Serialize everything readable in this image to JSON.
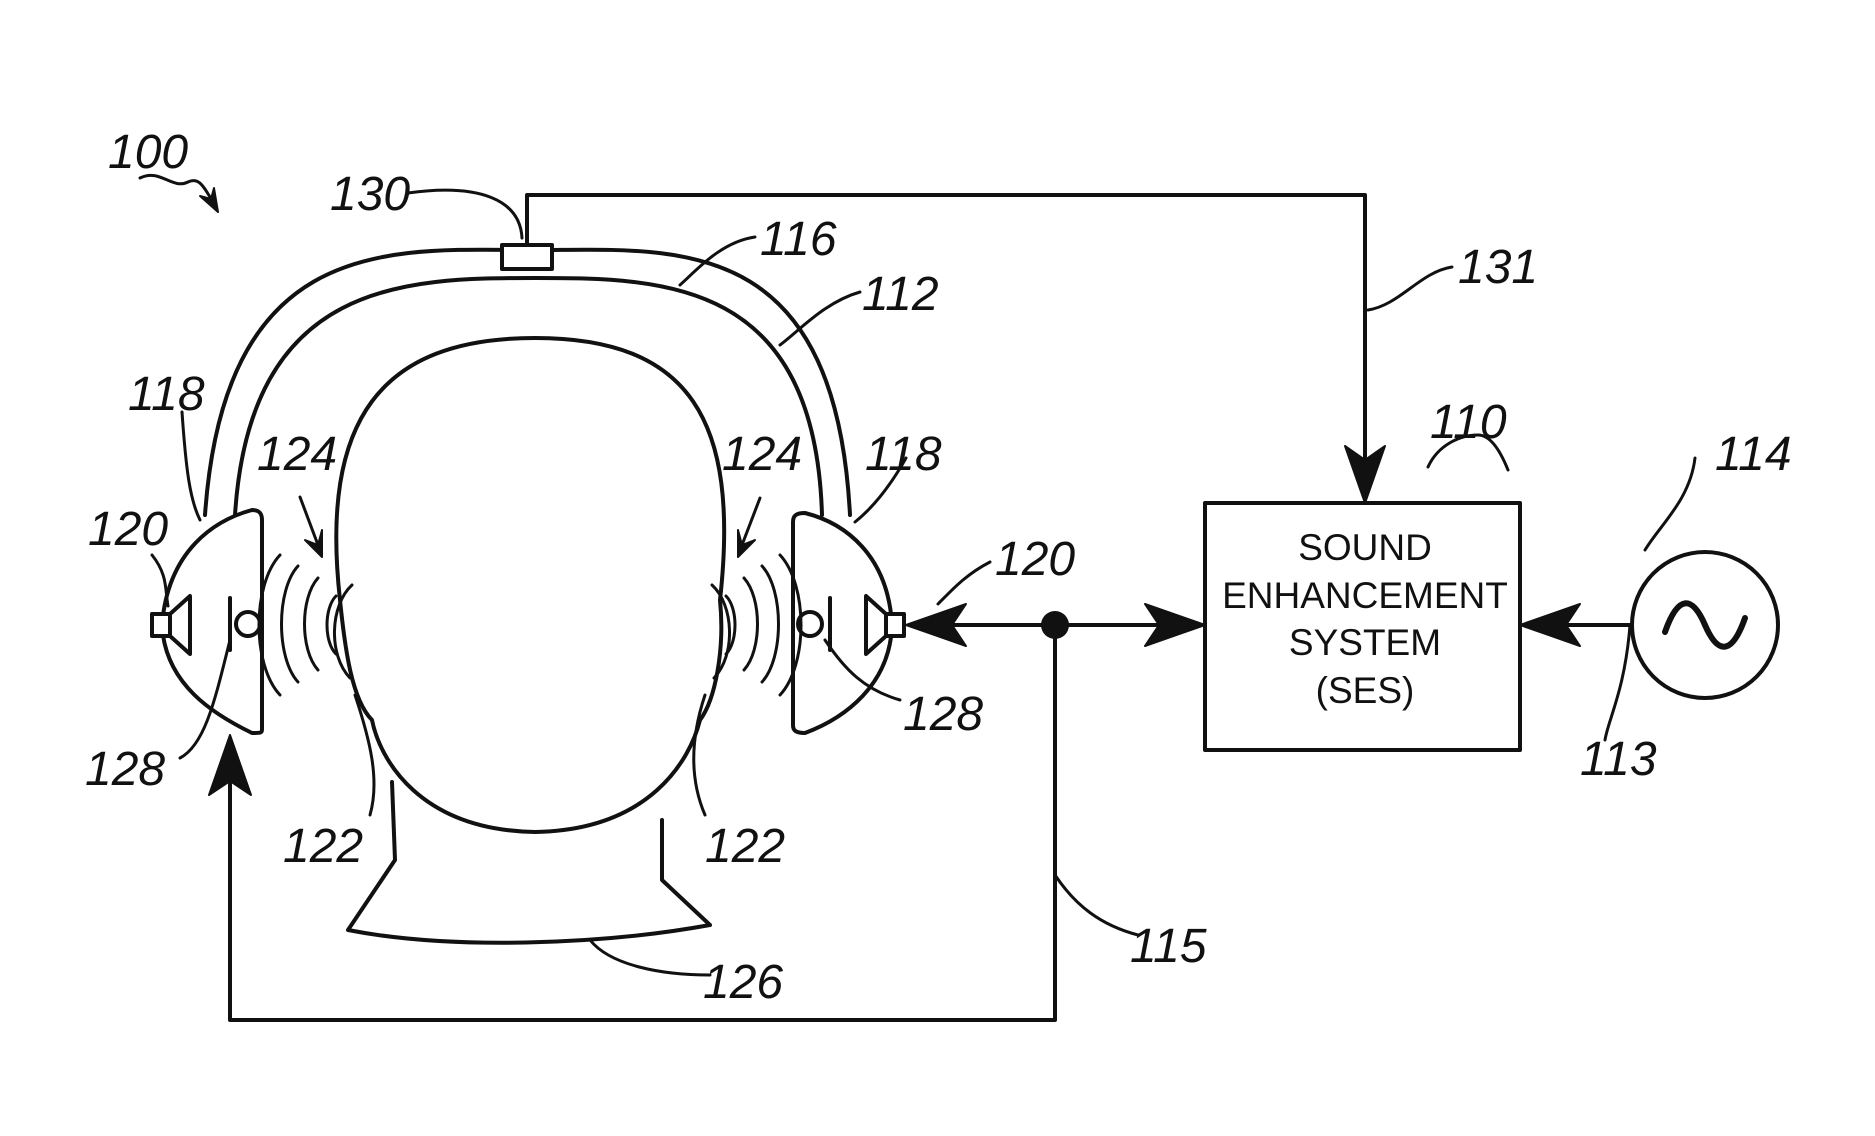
{
  "figure": {
    "ses_box": {
      "lines": [
        "SOUND",
        "ENHANCEMENT",
        "SYSTEM",
        "(SES)"
      ]
    },
    "refs": {
      "r100": "100",
      "r130": "130",
      "r116": "116",
      "r112": "112",
      "r131": "131",
      "r118_left": "118",
      "r118_right": "118",
      "r124_left": "124",
      "r124_right": "124",
      "r120_left": "120",
      "r120_right": "120",
      "r110": "110",
      "r114": "114",
      "r128_left": "128",
      "r128_right": "128",
      "r122_left": "122",
      "r122_right": "122",
      "r113": "113",
      "r115": "115",
      "r126": "126"
    },
    "signal_source_symbol": "~"
  }
}
